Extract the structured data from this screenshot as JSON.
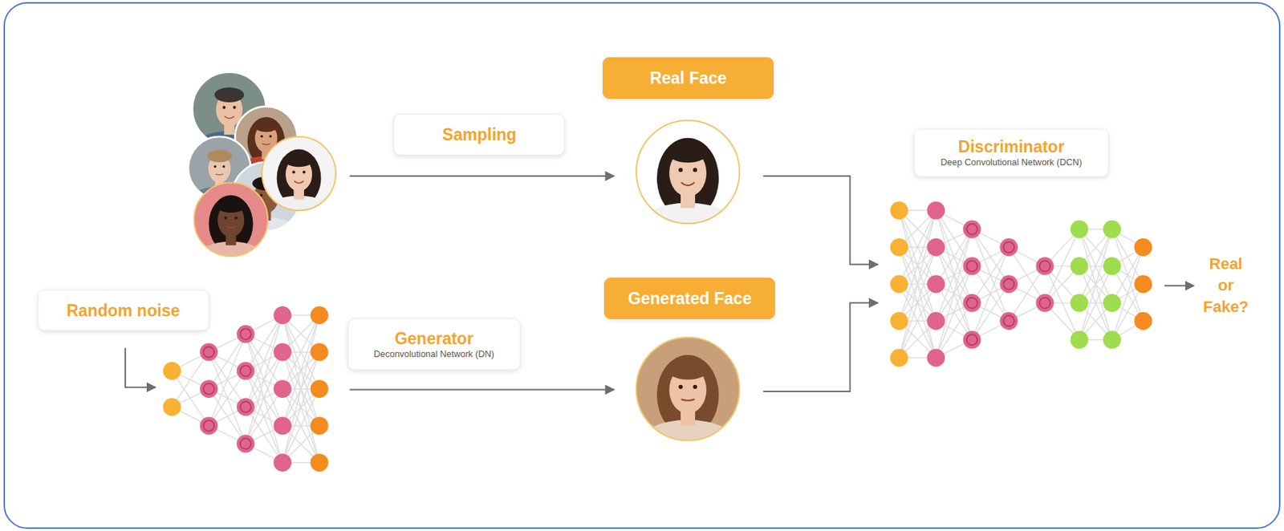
{
  "diagram": {
    "nodes": [
      {
        "text": [
          "Real Face"
        ]
      },
      {
        "text": [
          "Sampling"
        ]
      },
      {
        "text": [
          "Discriminator",
          "Deep Convolutional Network (DCN)"
        ]
      },
      {
        "text": [
          "Random noise"
        ]
      },
      {
        "text": [
          "Generator",
          "Deconvolutional Network (DN)"
        ]
      },
      {
        "text": [
          "Generated Face"
        ]
      }
    ],
    "labels": [
      "Real or Fake?"
    ]
  }
}
